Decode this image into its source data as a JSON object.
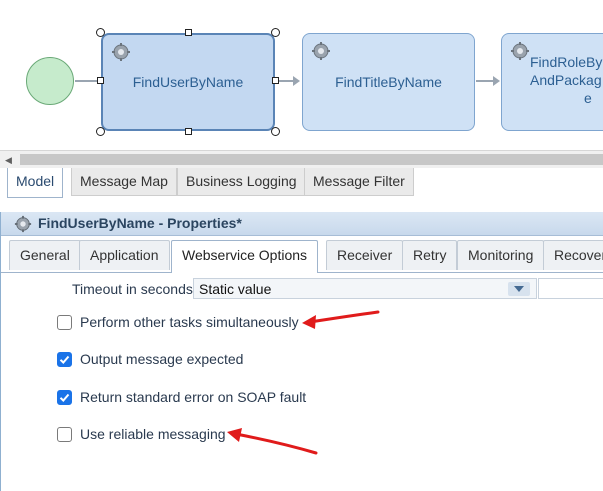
{
  "canvas": {
    "tasks": [
      {
        "label_lines": [
          "FindUserByName"
        ],
        "selected": true
      },
      {
        "label_lines": [
          "FindTitleByName"
        ],
        "selected": false
      },
      {
        "label_lines": [
          "FindRoleBy",
          "AndPackag",
          "e"
        ],
        "selected": false
      }
    ]
  },
  "editor_tabs": [
    "Model",
    "Message Map",
    "Business Logging",
    "Message Filter"
  ],
  "properties": {
    "title": "FindUserByName - Properties*",
    "tabs": [
      "General",
      "Application",
      "Webservice Options",
      "Receiver",
      "Retry",
      "Monitoring",
      "Recover"
    ],
    "active_tab": "Webservice Options",
    "timeout": {
      "label": "Timeout in seconds",
      "value": "Static value"
    },
    "options": [
      {
        "label": "Perform other tasks simultaneously",
        "checked": false
      },
      {
        "label": "Output message expected",
        "checked": true
      },
      {
        "label": "Return standard error on SOAP fault",
        "checked": true
      },
      {
        "label": "Use reliable messaging",
        "checked": false
      }
    ]
  },
  "colors": {
    "accent": "#1a73e8",
    "annotation_arrow": "#e01b1b",
    "task_fill": "#cfe1f5"
  },
  "icons": {
    "task_icon": "gear-icon",
    "panel_icon": "gear-icon"
  }
}
